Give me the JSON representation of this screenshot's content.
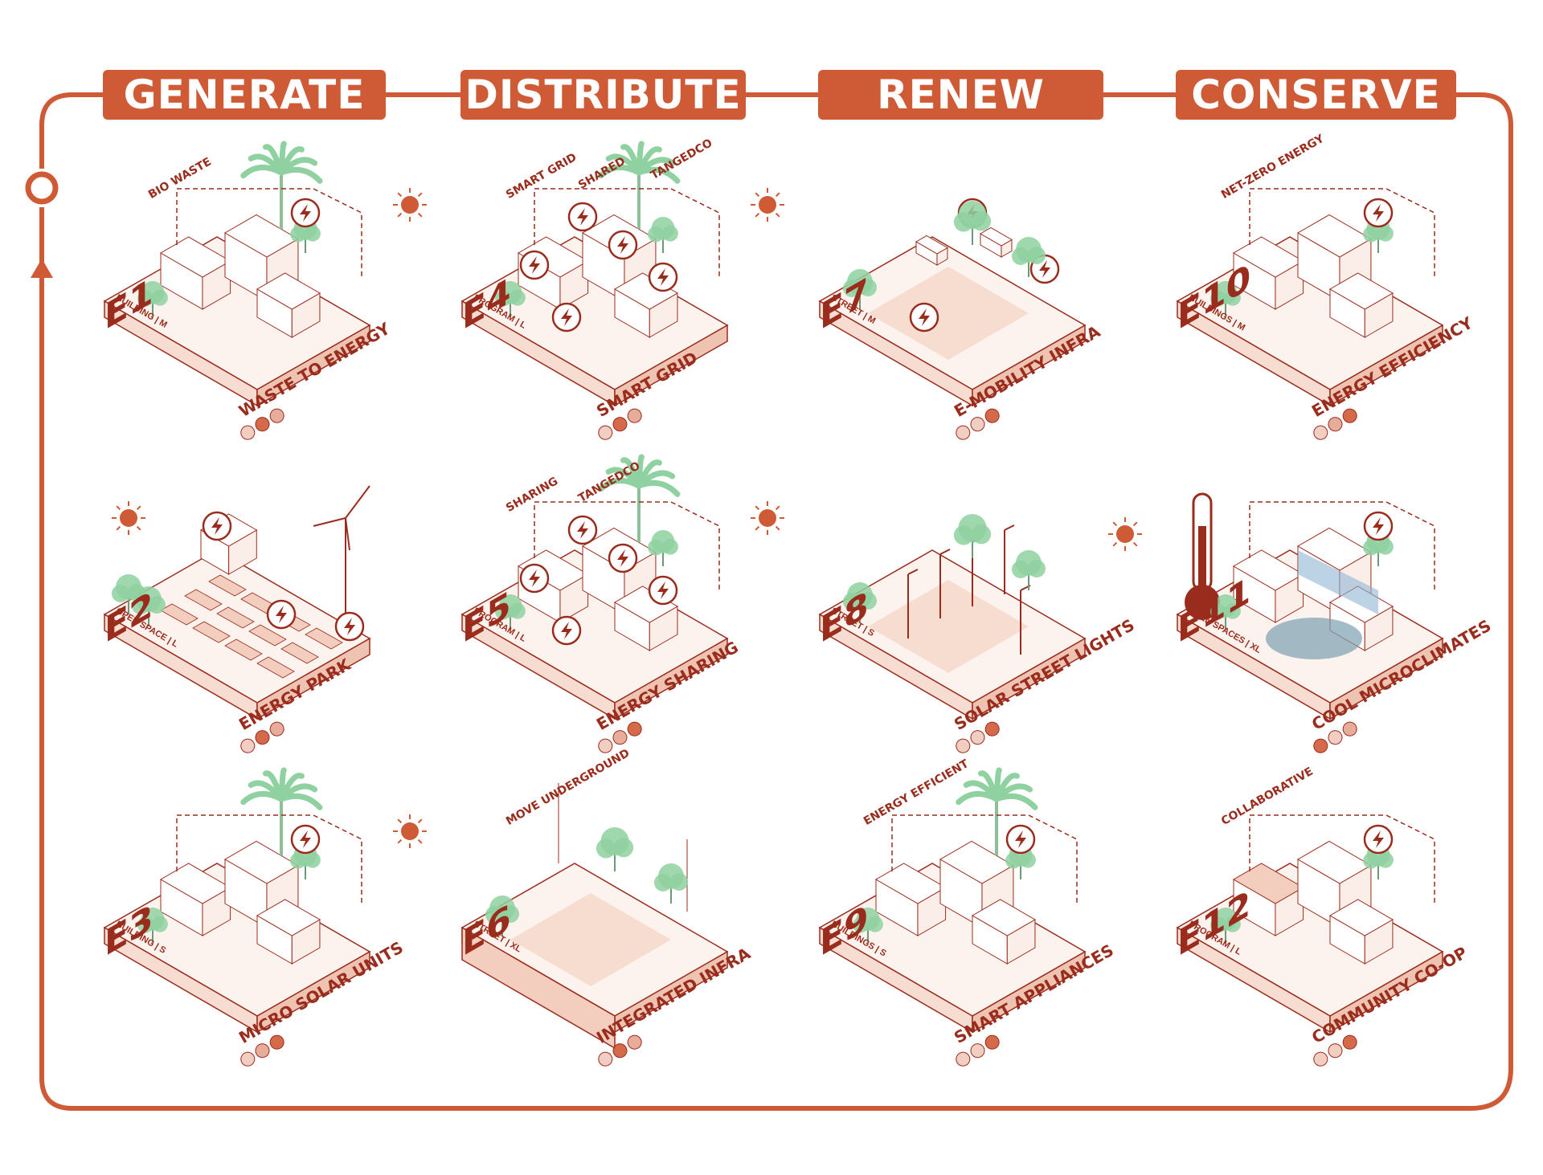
{
  "phases": [
    "GENERATE",
    "DISTRIBUTE",
    "RENEW",
    "CONSERVE"
  ],
  "colors": {
    "accent": "#cf5a36",
    "dark": "#9a2c1d",
    "green": "#8fd1a0",
    "fill": "#f3cdbd"
  },
  "tiles": [
    {
      "code": "E1",
      "meta": "BUILDING | M",
      "title": "WASTE TO ENERGY",
      "tags": [
        "BIO WASTE"
      ],
      "dots": [
        0.3,
        0.9,
        0.5
      ],
      "icon": "waste-icon"
    },
    {
      "code": "E2",
      "meta": "OPEN SPACE | L",
      "title": "ENERGY PARK",
      "tags": [],
      "dots": [
        0.3,
        0.9,
        0.5
      ],
      "icon": "wind-turbine-icon"
    },
    {
      "code": "E3",
      "meta": "BUILDING | S",
      "title": "MICRO SOLAR UNITS",
      "tags": [],
      "dots": [
        0.3,
        0.5,
        0.9
      ],
      "icon": "solar-panel-icon"
    },
    {
      "code": "E4",
      "meta": "PROGRAM | L",
      "title": "SMART GRID",
      "tags": [
        "SMART GRID",
        "SHARED",
        "TANGEDCO"
      ],
      "dots": [
        0.3,
        0.9,
        0.5
      ],
      "icon": "lightning-icon"
    },
    {
      "code": "E5",
      "meta": "PROGRAM | L",
      "title": "ENERGY SHARING",
      "tags": [
        "SHARING",
        "TANGEDCO"
      ],
      "dots": [
        0.3,
        0.5,
        0.9
      ],
      "icon": "lightning-icon"
    },
    {
      "code": "E6",
      "meta": "STREET | XL",
      "title": "INTEGRATED INFRA",
      "tags": [
        "MOVE UNDERGROUND"
      ],
      "dots": [
        0.3,
        0.9,
        0.5
      ],
      "icon": "cable-icon"
    },
    {
      "code": "E7",
      "meta": "STREET | M",
      "title": "E-MOBILITY INFRA",
      "tags": [],
      "dots": [
        0.3,
        0.3,
        0.9
      ],
      "icon": "scooter-icon"
    },
    {
      "code": "E8",
      "meta": "STREET | S",
      "title": "SOLAR STREET LIGHTS",
      "tags": [],
      "dots": [
        0.3,
        0.3,
        0.9
      ],
      "icon": "street-light-icon"
    },
    {
      "code": "E9",
      "meta": "BUILDINGS | S",
      "title": "SMART APPLIANCES",
      "tags": [
        "ENERGY EFFICIENT"
      ],
      "dots": [
        0.3,
        0.3,
        0.9
      ],
      "icon": "appliance-icon"
    },
    {
      "code": "E10",
      "meta": "BUILDINGS | M",
      "title": "ENERGY EFFICIENCY",
      "tags": [
        "NET-ZERO ENERGY"
      ],
      "dots": [
        0.3,
        0.5,
        0.9
      ],
      "icon": "document-icon"
    },
    {
      "code": "E11",
      "meta": "OPEN SPACES | XL",
      "title": "COOL MICROCLIMATES",
      "tags": [],
      "dots": [
        0.9,
        0.3,
        0.5
      ],
      "icon": "thermometer-icon"
    },
    {
      "code": "E12",
      "meta": "PROGRAM | L",
      "title": "COMMUNITY CO-OP",
      "tags": [
        "COLLABORATIVE"
      ],
      "dots": [
        0.3,
        0.3,
        0.9
      ],
      "icon": "community-icon"
    }
  ]
}
